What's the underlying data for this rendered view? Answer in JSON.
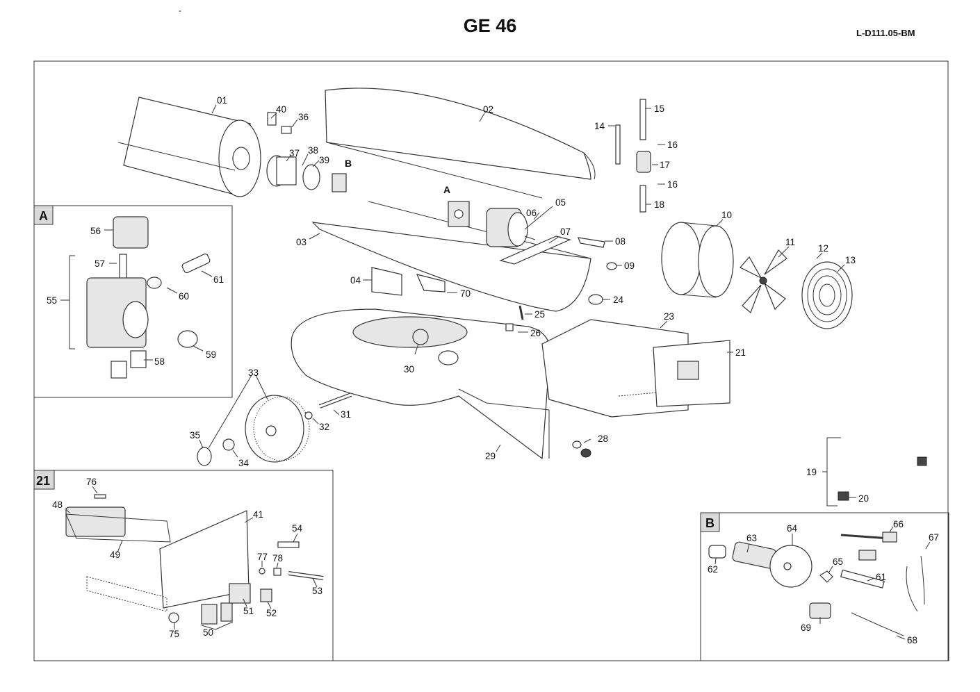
{
  "header": {
    "title": "GE 46",
    "doc_ref": "L-D111.05-BM",
    "mark": "-"
  },
  "sections": {
    "A": "A",
    "B": "B",
    "s21": "21"
  },
  "callouts": {
    "A": "A",
    "B": "B"
  },
  "labels": {
    "l01": "01",
    "l02": "02",
    "l03": "03",
    "l04": "04",
    "l05": "05",
    "l06": "06",
    "l07": "07",
    "l08": "08",
    "l09": "09",
    "l10": "10",
    "l11": "11",
    "l12": "12",
    "l13": "13",
    "l14": "14",
    "l15": "15",
    "l16a": "16",
    "l16b": "16",
    "l17": "17",
    "l18": "18",
    "l19": "19",
    "l20": "20",
    "l21": "21",
    "l23": "23",
    "l24": "24",
    "l25": "25",
    "l26": "26",
    "l28": "28",
    "l29": "29",
    "l30": "30",
    "l31": "31",
    "l32": "32",
    "l33": "33",
    "l34": "34",
    "l35": "35",
    "l36": "36",
    "l37": "37",
    "l38": "38",
    "l39": "39",
    "l40": "40",
    "l41": "41",
    "l48": "48",
    "l49": "49",
    "l50": "50",
    "l51": "51",
    "l52": "52",
    "l53": "53",
    "l54": "54",
    "l55": "55",
    "l56": "56",
    "l57": "57",
    "l58": "58",
    "l59": "59",
    "l60": "60",
    "l61a": "61",
    "l61b": "61",
    "l62": "62",
    "l63": "63",
    "l64": "64",
    "l65": "65",
    "l66": "66",
    "l67": "67",
    "l68": "68",
    "l69": "69",
    "l70": "70",
    "l75": "75",
    "l76": "76",
    "l77": "77",
    "l78": "78"
  }
}
